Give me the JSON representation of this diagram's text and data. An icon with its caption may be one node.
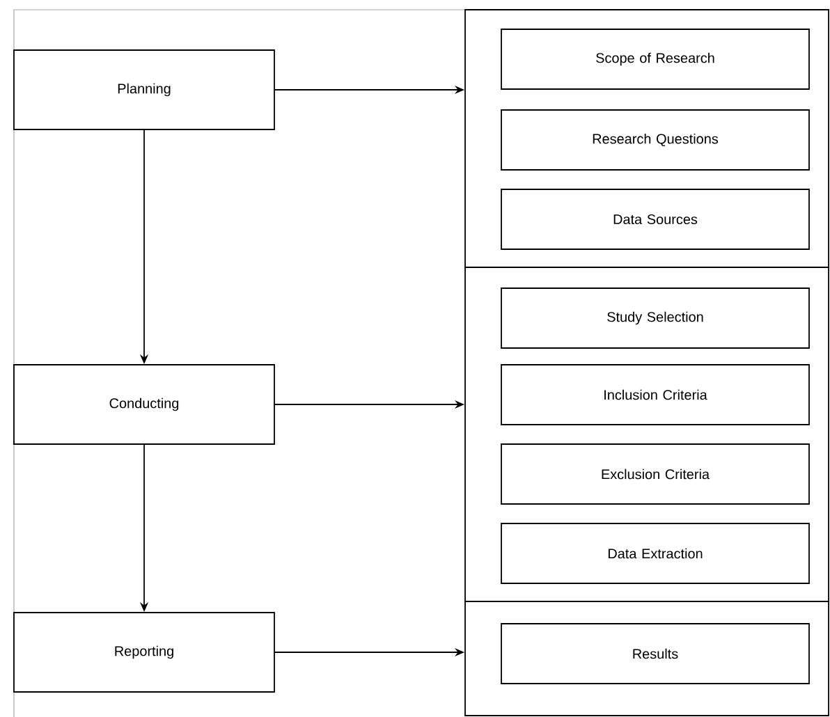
{
  "diagram": {
    "nodes": [
      {
        "text": [
          "Planning"
        ]
      },
      {
        "text": [],
        "shape": "box"
      },
      {
        "text": [
          "Scope of Research"
        ],
        "in": 1
      },
      {
        "text": [
          "Research Questions"
        ],
        "in": 1
      },
      {
        "text": [
          "Data Sources"
        ],
        "in": 1
      },
      {
        "text": [
          "Conducting"
        ]
      },
      {
        "text": [],
        "shape": "box"
      },
      {
        "text": [
          "Study Selection"
        ],
        "in": 6
      },
      {
        "text": [
          "Inclusion Criteria"
        ],
        "in": 6
      },
      {
        "text": [
          "Exclusion Criteria"
        ],
        "in": 6
      },
      {
        "text": [
          "Data Extraction"
        ],
        "in": 6
      },
      {
        "text": [
          "Reporting"
        ]
      },
      {
        "text": [],
        "shape": "box"
      },
      {
        "text": [
          "Results"
        ],
        "in": 12
      }
    ],
    "edges": [
      {
        "from": 0,
        "to": 1,
        "arrow": "to"
      },
      {
        "from": 0,
        "to": 5,
        "arrow": "to"
      },
      {
        "from": 5,
        "to": 6,
        "arrow": "to"
      },
      {
        "from": 5,
        "to": 11,
        "arrow": "to"
      },
      {
        "from": 11,
        "to": 12,
        "arrow": "to"
      }
    ]
  }
}
